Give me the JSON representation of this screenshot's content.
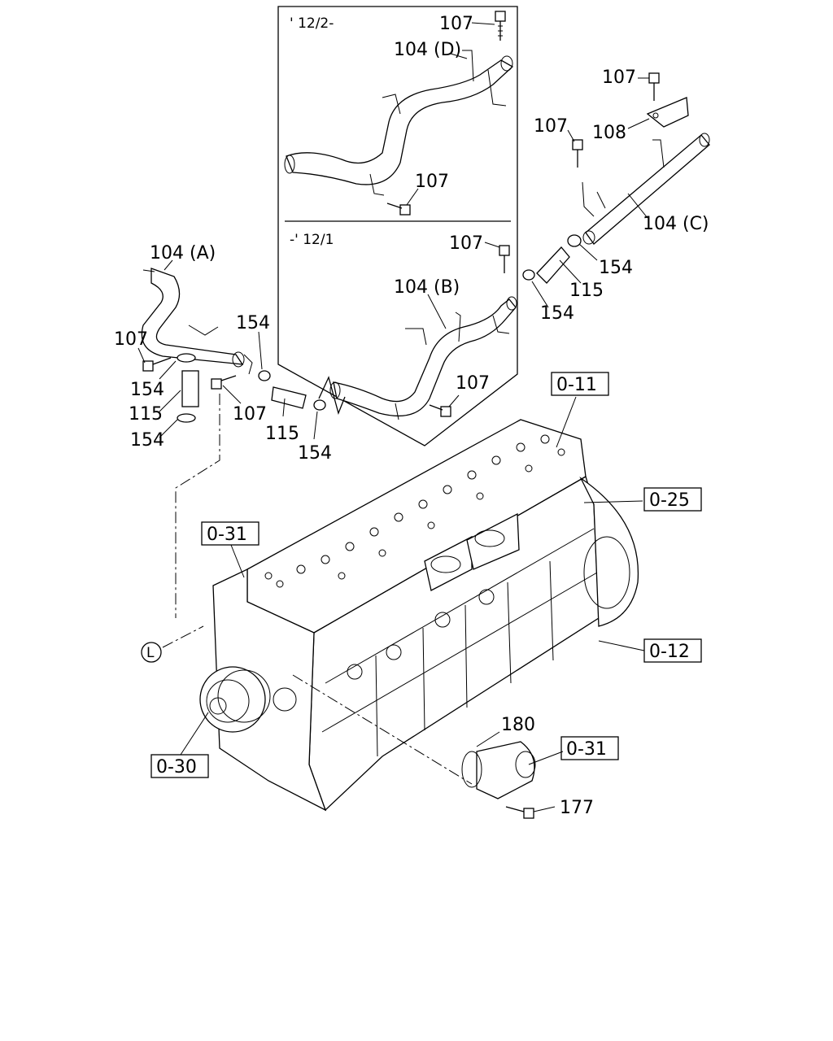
{
  "variants": {
    "upper": "' 12/2-",
    "lower": "-' 12/1"
  },
  "parts": {
    "p104a": "104 (A)",
    "p104b": "104 (B)",
    "p104c": "104 (C)",
    "p104d": "104 (D)",
    "p107": "107",
    "p108": "108",
    "p115": "115",
    "p154": "154",
    "p177": "177",
    "p180": "180"
  },
  "refs": {
    "r011": "0-11",
    "r025": "0-25",
    "r031": "0-31",
    "r012": "0-12",
    "r030": "0-30",
    "circle_l": "L"
  }
}
